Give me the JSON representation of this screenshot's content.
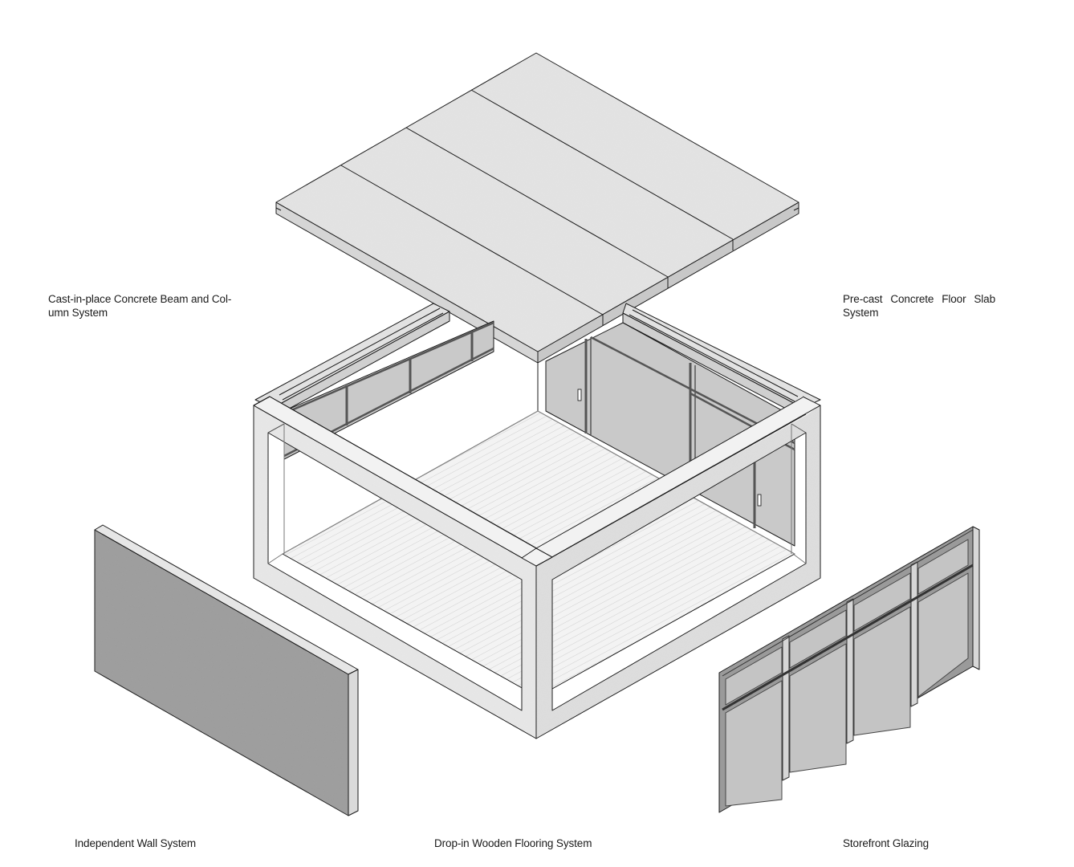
{
  "labels": {
    "beam_column": "Cast-in-place Concrete Beam and Col-\numn System",
    "floor_slab": "Pre-cast Concrete Floor Slab System",
    "wall": "Independent Wall System",
    "flooring": "Drop-in Wooden Flooring System",
    "glazing": "Storefront Glazing"
  },
  "colors": {
    "concrete": "#e6e6e6",
    "concrete_side": "#d2d2d2",
    "wall_panel": "#9a9a9a",
    "glass": "#c9c9c9",
    "floor_wood": "#f2f2f2",
    "line": "#1a1a1a"
  }
}
